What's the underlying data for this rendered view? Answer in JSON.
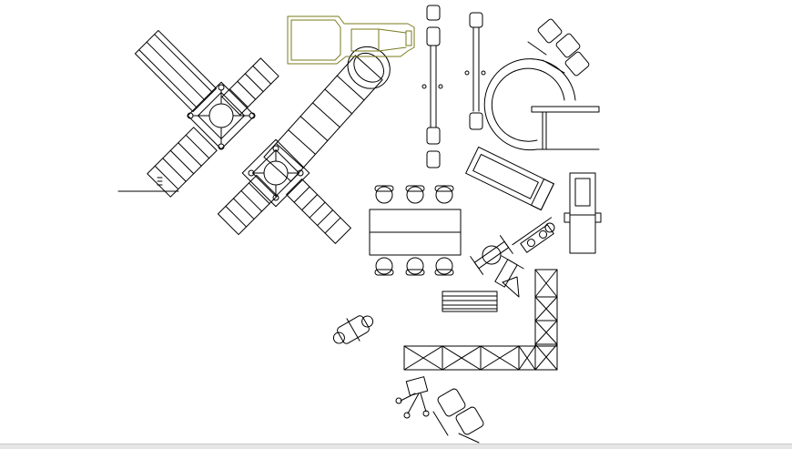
{
  "drawing": {
    "kind": "CAD playground / furniture top-view plan",
    "line_color": "#000000",
    "accent_color": "#7a7a1e",
    "background": "#ffffff"
  },
  "elements": [
    {
      "name": "play-structure-tower-upper"
    },
    {
      "name": "play-structure-tower-lower"
    },
    {
      "name": "tube-slide"
    },
    {
      "name": "slide-upper-left"
    },
    {
      "name": "ramp-left"
    },
    {
      "name": "ladder-right"
    },
    {
      "name": "ramp-bottom"
    },
    {
      "name": "vehicle-top-view"
    },
    {
      "name": "bench-column-left"
    },
    {
      "name": "bench-column-right"
    },
    {
      "name": "curved-seating-bench"
    },
    {
      "name": "table-with-six-chairs"
    },
    {
      "name": "treadmill"
    },
    {
      "name": "exercise-machines"
    },
    {
      "name": "wall-cabinets-l-shape"
    },
    {
      "name": "spring-rider"
    },
    {
      "name": "chair-pair"
    }
  ]
}
